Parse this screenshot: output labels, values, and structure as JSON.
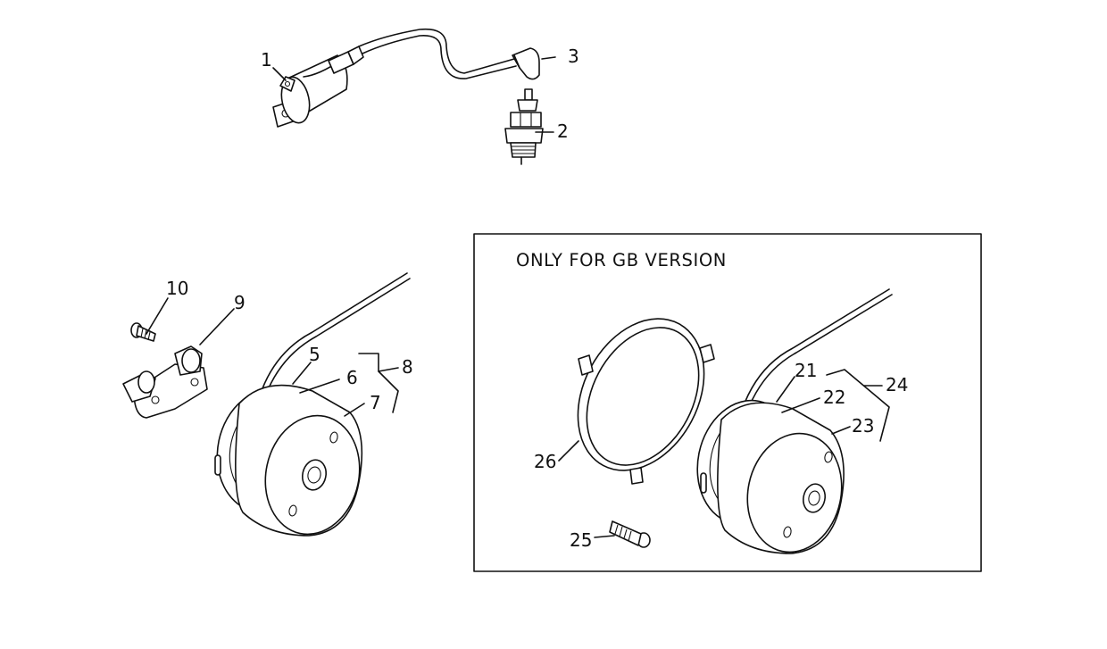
{
  "inset": {
    "title": "ONLY FOR GB VERSION"
  },
  "callouts": {
    "c1": "1",
    "c2": "2",
    "c3": "3",
    "c5": "5",
    "c6": "6",
    "c7": "7",
    "c8": "8",
    "c9": "9",
    "c10": "10",
    "c21": "21",
    "c22": "22",
    "c23": "23",
    "c24": "24",
    "c25": "25",
    "c26": "26"
  },
  "colors": {
    "line": "#111111",
    "background": "#ffffff"
  }
}
